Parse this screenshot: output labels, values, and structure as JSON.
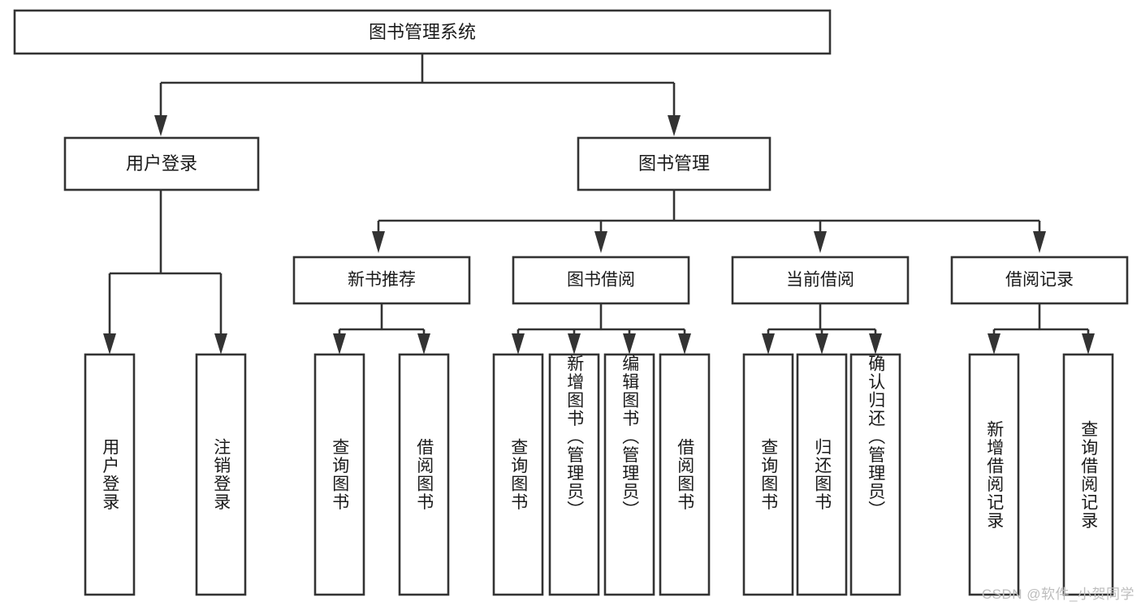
{
  "diagram": {
    "title": "图书管理系统",
    "type": "tree",
    "watermark": "CSDN @软件_小贺同学",
    "colors": {
      "stroke": "#333333",
      "fill": "#ffffff",
      "text": "#1a1a1a",
      "watermark": "#bdbdbd"
    },
    "root": {
      "label": "图书管理系统"
    },
    "level2": [
      {
        "label": "用户登录"
      },
      {
        "label": "图书管理"
      }
    ],
    "level3": [
      {
        "label": "新书推荐"
      },
      {
        "label": "图书借阅"
      },
      {
        "label": "当前借阅"
      },
      {
        "label": "借阅记录"
      }
    ],
    "leaves": {
      "user_login": [
        {
          "label": "用户登录"
        },
        {
          "label": "注销登录"
        }
      ],
      "new_book": [
        {
          "label": "查询图书"
        },
        {
          "label": "借阅图书"
        }
      ],
      "book_borrow": [
        {
          "label": "查询图书"
        },
        {
          "label": "新增图书（管理员）"
        },
        {
          "label": "编辑图书（管理员）"
        },
        {
          "label": "借阅图书"
        }
      ],
      "current_borrow": [
        {
          "label": "查询图书"
        },
        {
          "label": "归还图书"
        },
        {
          "label": "确认归还（管理员）"
        }
      ],
      "borrow_record": [
        {
          "label": "新增借阅记录"
        },
        {
          "label": "查询借阅记录"
        }
      ]
    }
  }
}
